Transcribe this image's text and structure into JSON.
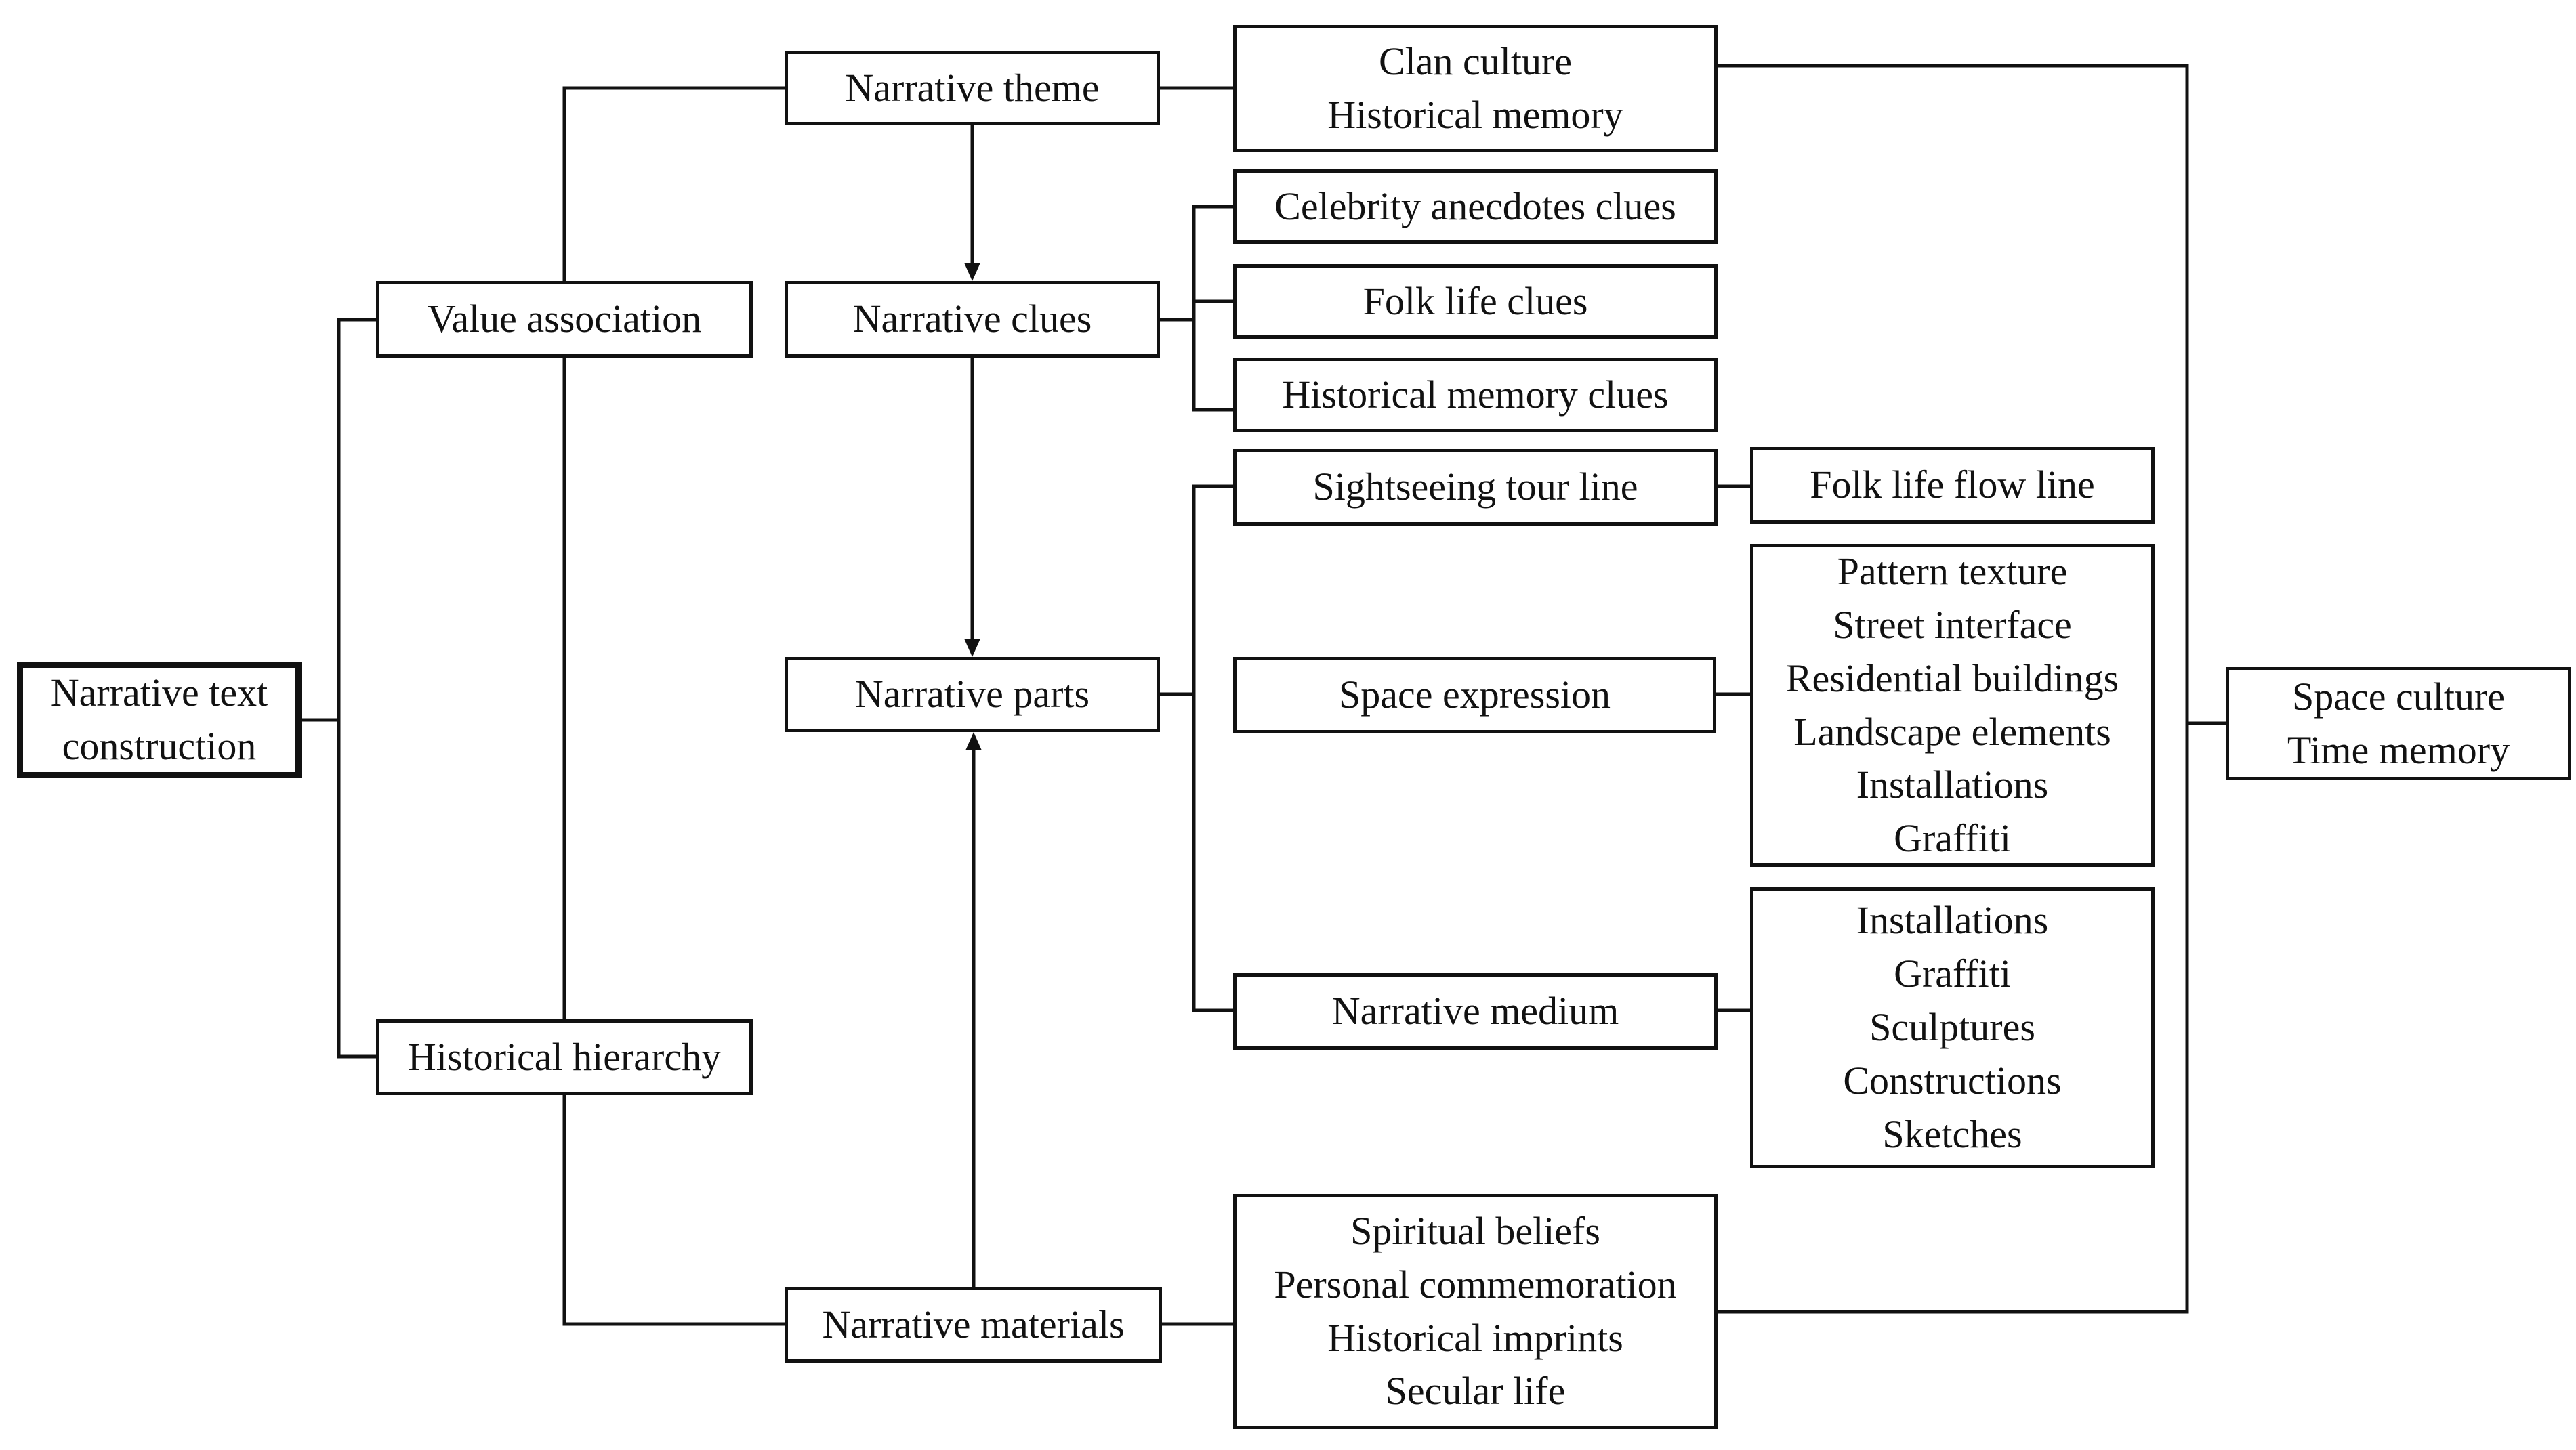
{
  "nodes": {
    "root": {
      "lines": [
        "Narrative text",
        "construction"
      ]
    },
    "value_association": {
      "label": "Value association"
    },
    "historical_hierarchy": {
      "label": "Historical hierarchy"
    },
    "narrative_theme": {
      "label": "Narrative theme"
    },
    "narrative_clues": {
      "label": "Narrative clues"
    },
    "narrative_parts": {
      "label": "Narrative parts"
    },
    "narrative_materials": {
      "label": "Narrative materials"
    },
    "clan_culture": {
      "lines": [
        "Clan culture",
        "Historical memory"
      ]
    },
    "celebrity_anecdotes": {
      "label": "Celebrity anecdotes clues"
    },
    "folk_life_clues": {
      "label": "Folk life clues"
    },
    "historical_memory_clues": {
      "label": "Historical memory clues"
    },
    "sightseeing_tour_line": {
      "label": "Sightseeing tour line"
    },
    "folk_life_flow_line": {
      "label": "Folk life flow line"
    },
    "space_expression": {
      "label": "Space expression"
    },
    "space_expression_items": {
      "lines": [
        "Pattern texture",
        "Street interface",
        "Residential buildings",
        "Landscape elements",
        "Installations",
        "Graffiti"
      ]
    },
    "narrative_medium": {
      "label": "Narrative medium"
    },
    "narrative_medium_items": {
      "lines": [
        "Installations",
        "Graffiti",
        "Sculptures",
        "Constructions",
        "Sketches"
      ]
    },
    "materials_items": {
      "lines": [
        "Spiritual beliefs",
        "Personal commemoration",
        "Historical imprints",
        "Secular life"
      ]
    },
    "space_culture": {
      "lines": [
        "Space culture",
        "Time memory"
      ]
    }
  }
}
